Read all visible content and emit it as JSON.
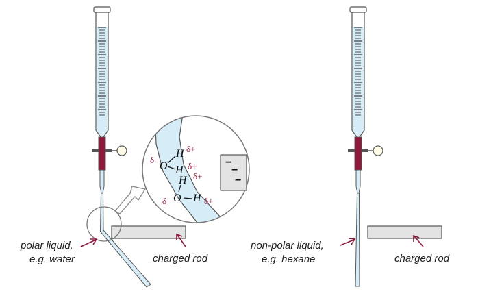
{
  "colors": {
    "liquid": "#d6ecf7",
    "tap": "#8b1a3a",
    "accent": "#8b1a3a",
    "rod": "#e3e3e3",
    "outline": "#555555"
  },
  "left": {
    "liquid_label_line1": "polar liquid,",
    "liquid_label_line2": "e.g. water",
    "rod_label": "charged rod"
  },
  "right": {
    "liquid_label_line1": "non-polar liquid,",
    "liquid_label_line2": "e.g. hexane",
    "rod_label": "charged rod"
  },
  "inset": {
    "h_top": "H",
    "o_top": "O",
    "h_mid": "H",
    "h_low": "H",
    "o_low": "O",
    "h_right": "H",
    "delta_minus_1": "δ−",
    "delta_plus_1": "δ+",
    "delta_plus_2": "δ+",
    "delta_plus_3": "δ+",
    "delta_minus_2": "δ−",
    "delta_plus_4": "δ+",
    "rod_charges": [
      "−",
      "−",
      "−"
    ]
  }
}
